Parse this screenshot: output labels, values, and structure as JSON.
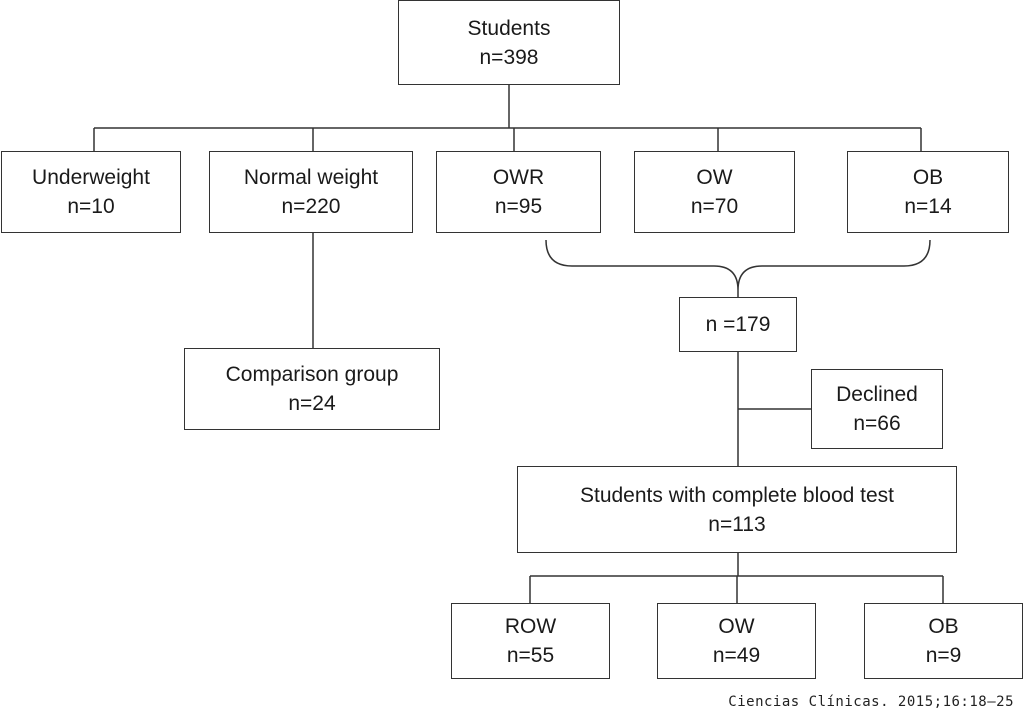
{
  "nodes": {
    "students": {
      "title": "Students",
      "count": "n=398"
    },
    "underweight": {
      "title": "Underweight",
      "count": "n=10"
    },
    "normal_weight": {
      "title": "Normal weight",
      "count": "n=220"
    },
    "owr": {
      "title": "OWR",
      "count": "n=95"
    },
    "ow": {
      "title": "OW",
      "count": "n=70"
    },
    "ob": {
      "title": "OB",
      "count": "n=14"
    },
    "combined": {
      "count": "n =179"
    },
    "comparison_group": {
      "title": "Comparison group",
      "count": "n=24"
    },
    "declined": {
      "title": "Declined",
      "count": "n=66"
    },
    "complete_blood_test": {
      "title": "Students with complete blood test",
      "count": "n=113"
    },
    "row_final": {
      "title": "ROW",
      "count": "n=55"
    },
    "ow_final": {
      "title": "OW",
      "count": "n=49"
    },
    "ob_final": {
      "title": "OB",
      "count": "n=9"
    }
  },
  "credit": "Ciencias Clínicas. 2015;16:18–25"
}
